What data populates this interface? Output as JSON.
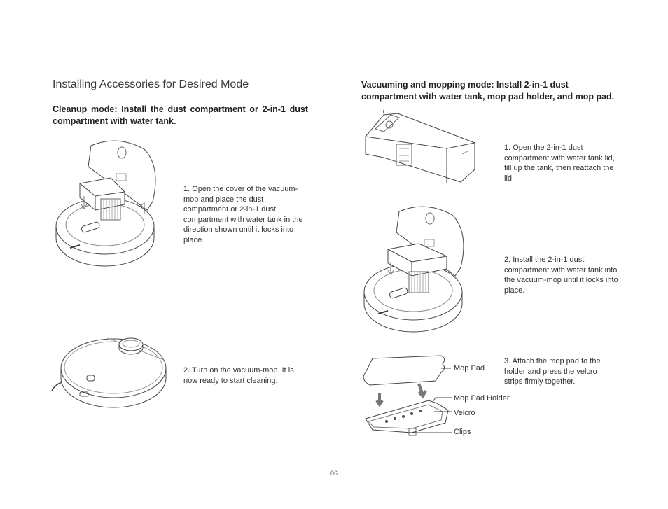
{
  "page": {
    "title": "Installing Accessories for Desired Mode",
    "page_number": "06"
  },
  "cleanup": {
    "heading": "Cleanup mode: Install the dust compartment or 2-in-1 dust compartment with water tank.",
    "step1": "1. Open the cover of the vacuum-mop and place the dust compartment or 2-in-1 dust compartment with water tank in the direction shown until it locks into place.",
    "step2": "2. Turn on the vacuum-mop. It is now ready to start cleaning."
  },
  "mopping": {
    "heading": "Vacuuming and mopping mode: Install 2-in-1 dust compartment with water tank, mop pad holder, and mop pad.",
    "step1": "1. Open the 2-in-1 dust compartment with water tank lid, fill up the tank, then reattach the lid.",
    "step2": "2. Install the 2-in-1 dust compartment with water tank into the vacuum-mop until it locks into place.",
    "step3": "3. Attach the mop pad to the holder and press the velcro strips firmly together.",
    "callouts": {
      "mop_pad": "Mop Pad",
      "mop_pad_holder": "Mop Pad Holder",
      "velcro": "Velcro",
      "clips": "Clips"
    }
  },
  "icons": [
    "robot-open-lid-illustration",
    "robot-closed-illustration",
    "water-tank-illustration",
    "mop-pad-assembly-illustration"
  ]
}
